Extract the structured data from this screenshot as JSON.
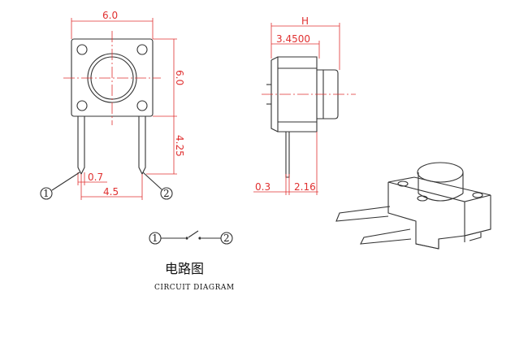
{
  "dimensions": {
    "width_top": "6.0",
    "height_side": "6.0",
    "lead_length": "4.25",
    "lead_width": "0.7",
    "lead_pitch": "4.5",
    "overall_height": "H",
    "body_height": "3.4500",
    "lead_thickness": "0.3",
    "lead_offset": "2.16"
  },
  "pins": {
    "pin1": "1",
    "pin2": "2"
  },
  "circuit": {
    "pin1": "1",
    "pin2": "2"
  },
  "title_cn": "电路图",
  "title_en": "CIRCUIT DIAGRAM"
}
